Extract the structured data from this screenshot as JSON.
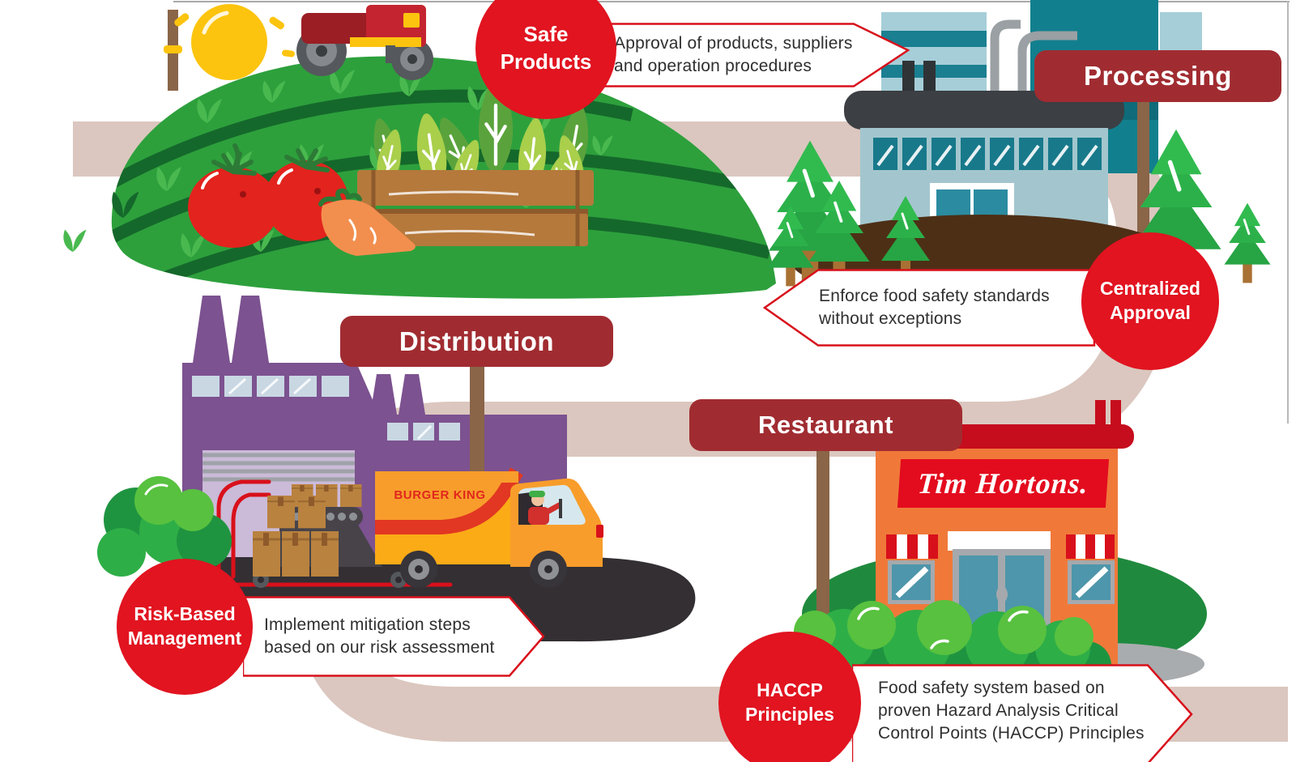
{
  "farm": {
    "badge_line1": "Safe",
    "badge_line2": "Products",
    "banner_line1": "Approval of products, suppliers",
    "banner_line2": "and operation procedures"
  },
  "processing": {
    "sign": "Processing",
    "badge_line1": "Centralized",
    "badge_line2": "Approval",
    "banner_line1": "Enforce food safety standards",
    "banner_line2": "without exceptions"
  },
  "distribution": {
    "sign": "Distribution",
    "badge_line1": "Risk-Based",
    "badge_line2": "Management",
    "banner_line1": "Implement mitigation steps",
    "banner_line2": "based on our risk assessment",
    "truck_brand": "BURGER KING"
  },
  "restaurant": {
    "sign": "Restaurant",
    "badge_line1": "HACCP",
    "badge_line2": "Principles",
    "banner_line1": "Food safety system based on",
    "banner_line2": "proven Hazard Analysis Critical",
    "banner_line3": "Control Points (HACCP) Principles",
    "brand": "Tim Hortons."
  },
  "colors": {
    "badge_red": "#e11420",
    "sign_red": "#a02c31",
    "banner_border": "#d8101b",
    "road_beige": "#dbc7bf",
    "text_dark": "#2f2f2f"
  }
}
